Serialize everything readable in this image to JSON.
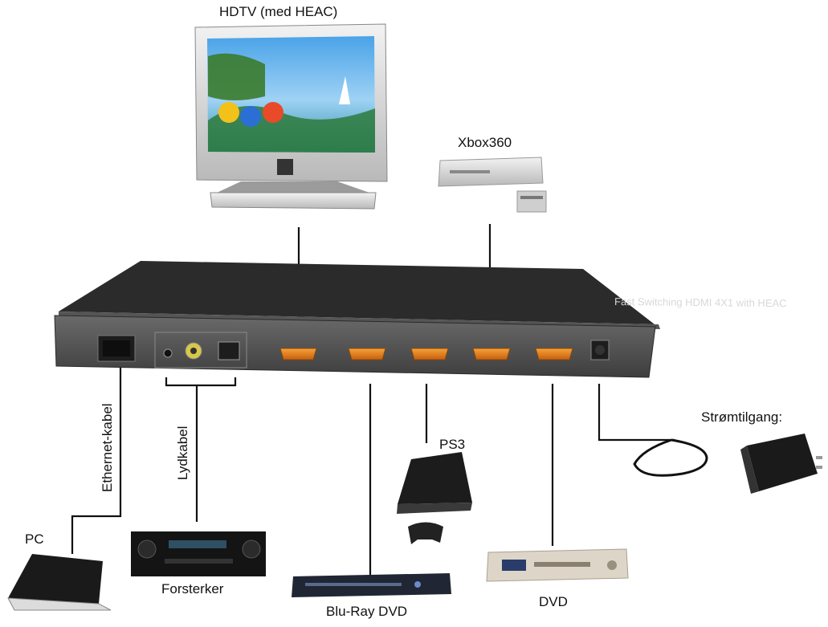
{
  "labels": {
    "hdtv": "HDTV (med HEAC)",
    "xbox": "Xbox360",
    "ps3": "PS3",
    "power": "Strømtilgang:",
    "pc": "PC",
    "amplifier": "Forsterker",
    "bluray": "Blu-Ray DVD",
    "dvd": "DVD",
    "ethernet_cable": "Ethernet-kabel",
    "audio_cable": "Lydkabel"
  },
  "switcher": {
    "panel_text": "Fast Switching HDMI 4X1 with HEAC"
  },
  "colors": {
    "switcher_body": "#4a4a4a",
    "switcher_top": "#2b2b2b",
    "hdmi_port": "#e07818",
    "cable": "#111111"
  }
}
